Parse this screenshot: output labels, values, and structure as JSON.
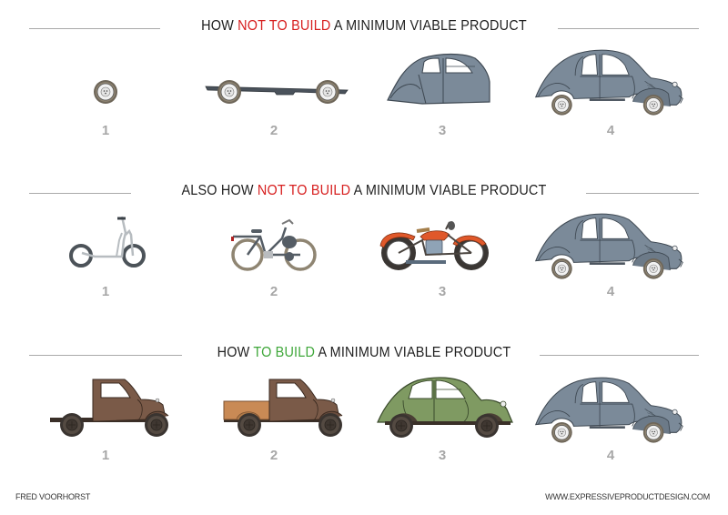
{
  "sections": [
    {
      "title_prefix": "HOW ",
      "title_highlight": "NOT TO BUILD",
      "title_suffix": " A MINIMUM VIABLE PRODUCT",
      "highlight_color": "#d71f1f",
      "steps": [
        {
          "number": "1",
          "illustration": "wheel-icon"
        },
        {
          "number": "2",
          "illustration": "chassis-icon"
        },
        {
          "number": "3",
          "illustration": "car-body-shell-icon"
        },
        {
          "number": "4",
          "illustration": "complete-grey-car-icon"
        }
      ]
    },
    {
      "title_prefix": "ALSO HOW ",
      "title_highlight": "NOT TO BUILD",
      "title_suffix": " A MINIMUM VIABLE PRODUCT",
      "highlight_color": "#d71f1f",
      "steps": [
        {
          "number": "1",
          "illustration": "kick-scooter-icon"
        },
        {
          "number": "2",
          "illustration": "moped-icon"
        },
        {
          "number": "3",
          "illustration": "motorcycle-icon"
        },
        {
          "number": "4",
          "illustration": "complete-grey-car-icon"
        }
      ]
    },
    {
      "title_prefix": "HOW ",
      "title_highlight": "TO BUILD",
      "title_suffix": " A MINIMUM VIABLE PRODUCT",
      "highlight_color": "#3fa73a",
      "steps": [
        {
          "number": "1",
          "illustration": "cab-chassis-truck-icon"
        },
        {
          "number": "2",
          "illustration": "pickup-truck-icon"
        },
        {
          "number": "3",
          "illustration": "green-car-icon"
        },
        {
          "number": "4",
          "illustration": "complete-grey-car-icon"
        }
      ]
    }
  ],
  "footer": {
    "author": "FRED VOORHORST",
    "website": "WWW.EXPRESSIVEPRODUCTDESIGN.COM"
  },
  "colors": {
    "car_grey": "#7b8a99",
    "truck_brown": "#7a5a48",
    "truck_bed": "#c98a55",
    "car_green": "#7f9a62",
    "moto_orange": "#e0582a",
    "number_grey": "#a7a7a7",
    "rule_grey": "#a9a9a9"
  }
}
